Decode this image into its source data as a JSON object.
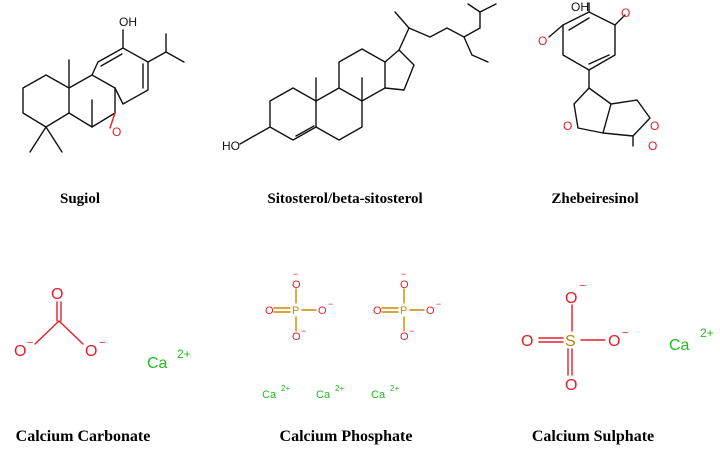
{
  "colors": {
    "bond": "#111111",
    "oxygen": "#e3202a",
    "phosphorus": "#c98a00",
    "sulfur": "#b8860b",
    "calcium": "#22bb22"
  },
  "compounds": [
    {
      "name": "Sugiol",
      "atoms": {
        "hydroxyl": "OH",
        "ketone_o": "O"
      }
    },
    {
      "name": "Sitosterol/beta-sitosterol",
      "atoms": {
        "hydroxyl": "HO"
      }
    },
    {
      "name": "Zhebeiresinol",
      "atoms": {
        "hydroxyl": "OH",
        "ring_o1": "O",
        "ring_o2": "O",
        "carbonyl_o": "O",
        "methoxy_o1": "O",
        "methoxy_o2": "O"
      }
    },
    {
      "name": "Calcium Carbonate",
      "atoms": {
        "oxygen": "O",
        "charge": "−",
        "calcium": "Ca",
        "calcium_charge": "2+"
      }
    },
    {
      "name": "Calcium Phosphate",
      "atoms": {
        "oxygen": "O",
        "phosphorus": "P",
        "charge": "−",
        "calcium": "Ca",
        "calcium_charge": "2+"
      }
    },
    {
      "name": "Calcium Sulphate",
      "atoms": {
        "oxygen": "O",
        "sulfur": "S",
        "charge": "−",
        "calcium": "Ca",
        "calcium_charge": "2+"
      }
    }
  ]
}
